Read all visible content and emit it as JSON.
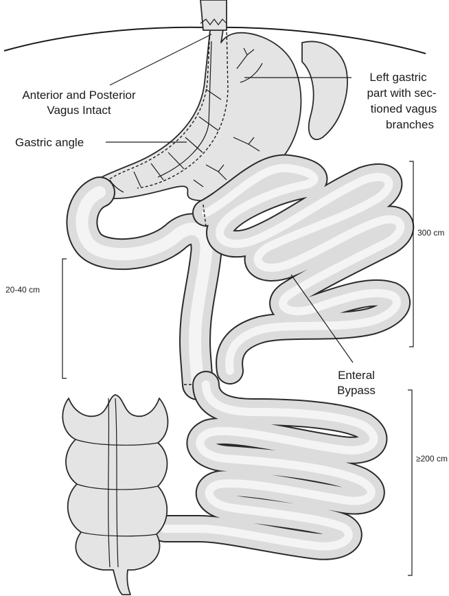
{
  "labels": {
    "vagus_intact_line1": "Anterior and Posterior",
    "vagus_intact_line2": "Vagus Intact",
    "gastric_angle": "Gastric angle",
    "left_gastric_line1": "Left gastric",
    "left_gastric_line2": "part with sec-",
    "left_gastric_line3": "tioned vagus",
    "left_gastric_line4": "branches",
    "enteral_bypass_line1": "Enteral",
    "enteral_bypass_line2": "Bypass",
    "measure_300": "300 cm",
    "measure_20_40": "20-40 cm",
    "measure_200": "≥200 cm"
  }
}
